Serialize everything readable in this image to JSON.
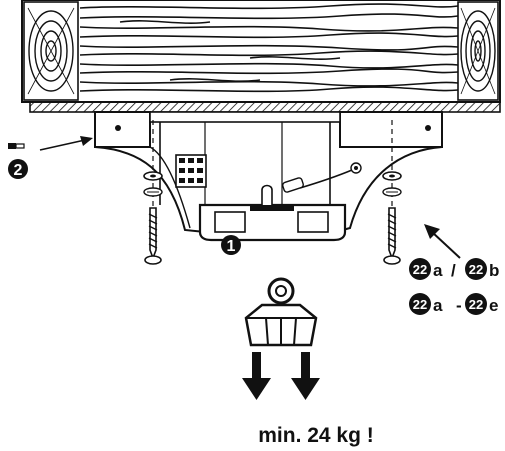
{
  "callouts": {
    "c1": "1",
    "c2": "2",
    "c22": "22"
  },
  "labels": {
    "range_slash_a": "a",
    "range_slash_sep": "/",
    "range_slash_b": "b",
    "range_dash_a": "a",
    "range_dash_sep": "-",
    "range_dash_e": "e",
    "weight": "min. 24 kg !"
  },
  "colors": {
    "ink": "#111111",
    "paper": "#ffffff"
  },
  "icons": [
    "wood-beam",
    "ceiling-bracket",
    "screw",
    "washer",
    "weight",
    "down-arrow",
    "terminal-block"
  ]
}
